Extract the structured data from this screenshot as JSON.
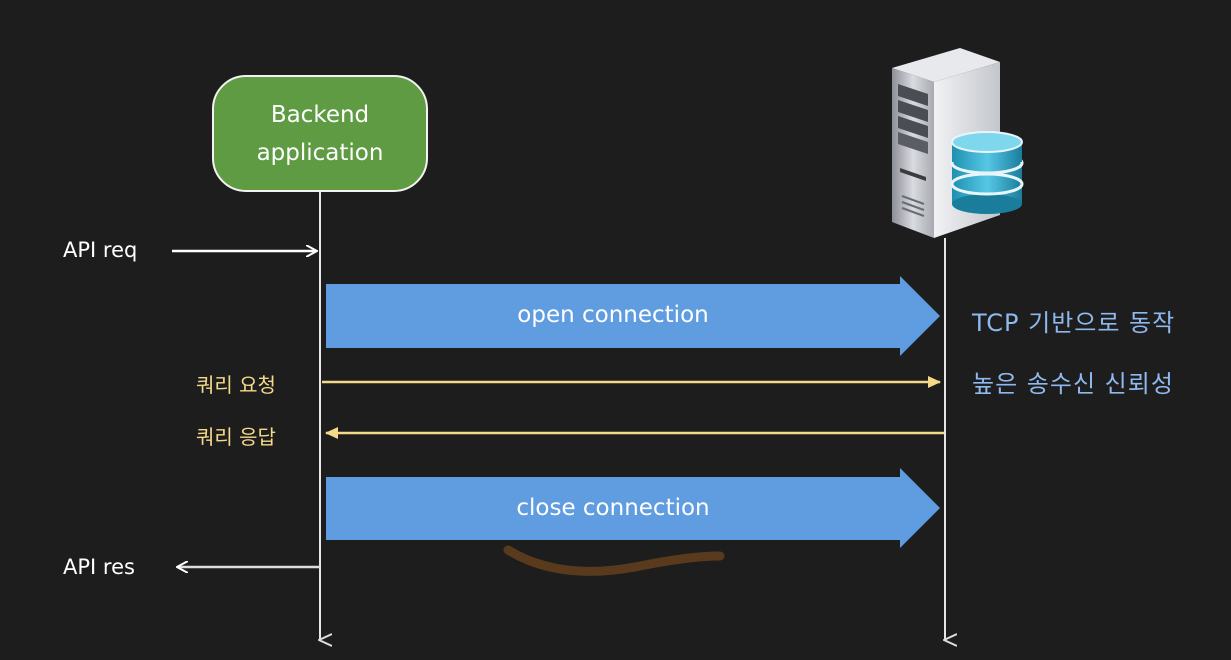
{
  "participants": {
    "backend": {
      "line1": "Backend",
      "line2": "application"
    },
    "server": {
      "icon": "database-server-icon"
    }
  },
  "messages": {
    "api_req": "API req",
    "open_connection": "open connection",
    "query_request": "쿼리 요청",
    "query_response": "쿼리 응답",
    "close_connection": "close connection",
    "api_res": "API res"
  },
  "notes": {
    "line1": "TCP 기반으로 동작",
    "line2": "높은 송수신 신뢰성"
  },
  "colors": {
    "background": "#1d1d1d",
    "backend_fill": "#5e9b43",
    "connection_arrow": "#5f9de0",
    "query_arrow": "#f5d98a",
    "note_text": "#8fb8ee",
    "lifeline": "#e6e6e6",
    "underline_stroke": "#5a3a1c"
  }
}
